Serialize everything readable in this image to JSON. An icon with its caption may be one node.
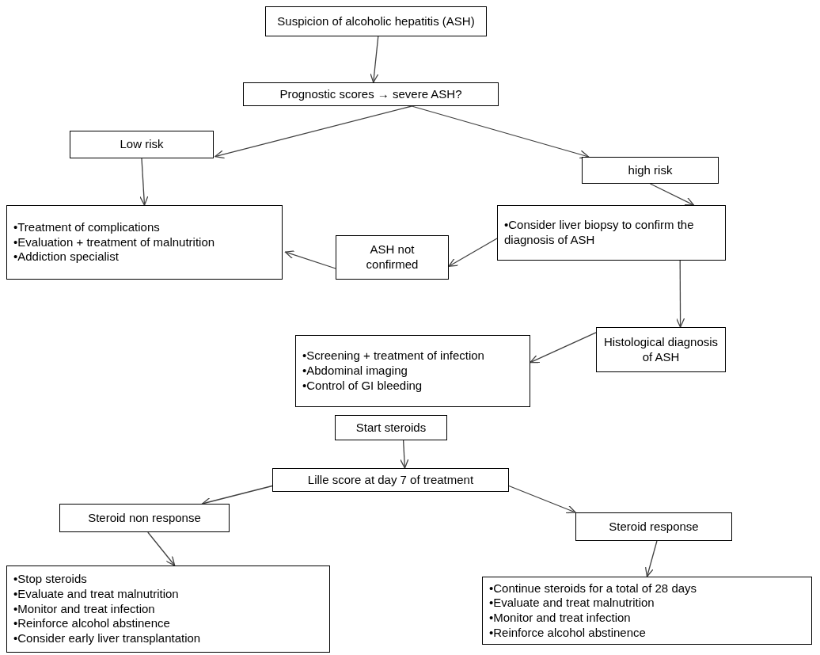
{
  "diagram": {
    "nodes": [
      {
        "text": [
          "Suspicion of alcoholic hepatitis (ASH)"
        ]
      },
      {
        "text": [
          "Prognostic scores → severe ASH?"
        ]
      },
      {
        "text": [
          "Low risk"
        ]
      },
      {
        "text": [
          "high risk"
        ]
      },
      {
        "text": [
          "•Treatment of complications",
          "•Evaluation + treatment of malnutrition",
          "•Addiction specialist"
        ]
      },
      {
        "text": [
          "ASH not confirmed"
        ]
      },
      {
        "text": [
          "•Consider liver biopsy to confirm the diagnosis of ASH"
        ]
      },
      {
        "text": [
          "Histological diagnosis of ASH"
        ]
      },
      {
        "text": [
          "•Screening + treatment of infection",
          "•Abdominal imaging",
          "•Control of GI bleeding"
        ]
      },
      {
        "text": [
          "Start steroids"
        ]
      },
      {
        "text": [
          "Lille score at day 7 of treatment"
        ]
      },
      {
        "text": [
          "Steroid non response"
        ]
      },
      {
        "text": [
          "Steroid response"
        ]
      },
      {
        "text": [
          "•Stop steroids",
          "•Evaluate and treat malnutrition",
          "•Monitor and treat infection",
          "•Reinforce alcohol abstinence",
          "•Consider early liver transplantation"
        ]
      },
      {
        "text": [
          "•Continue steroids for a total of 28 days",
          "•Evaluate and treat malnutrition",
          "•Monitor and treat infection",
          "•Reinforce alcohol abstinence"
        ]
      }
    ],
    "edges": [
      {
        "from": 0,
        "to": 1,
        "arrow": "to"
      },
      {
        "from": 1,
        "to": 2,
        "arrow": "to"
      },
      {
        "from": 1,
        "to": 3,
        "arrow": "to"
      },
      {
        "from": 2,
        "to": 4,
        "arrow": "to"
      },
      {
        "from": 3,
        "to": 6,
        "arrow": "to"
      },
      {
        "from": 6,
        "to": 5,
        "arrow": "to"
      },
      {
        "from": 5,
        "to": 4,
        "arrow": "to"
      },
      {
        "from": 6,
        "to": 7,
        "arrow": "to"
      },
      {
        "from": 7,
        "to": 8,
        "arrow": "to"
      },
      {
        "from": 9,
        "to": 10,
        "arrow": "to"
      },
      {
        "from": 10,
        "to": 11,
        "arrow": "to"
      },
      {
        "from": 10,
        "to": 12,
        "arrow": "to"
      },
      {
        "from": 11,
        "to": 13,
        "arrow": "to"
      },
      {
        "from": 12,
        "to": 14,
        "arrow": "to"
      }
    ]
  }
}
